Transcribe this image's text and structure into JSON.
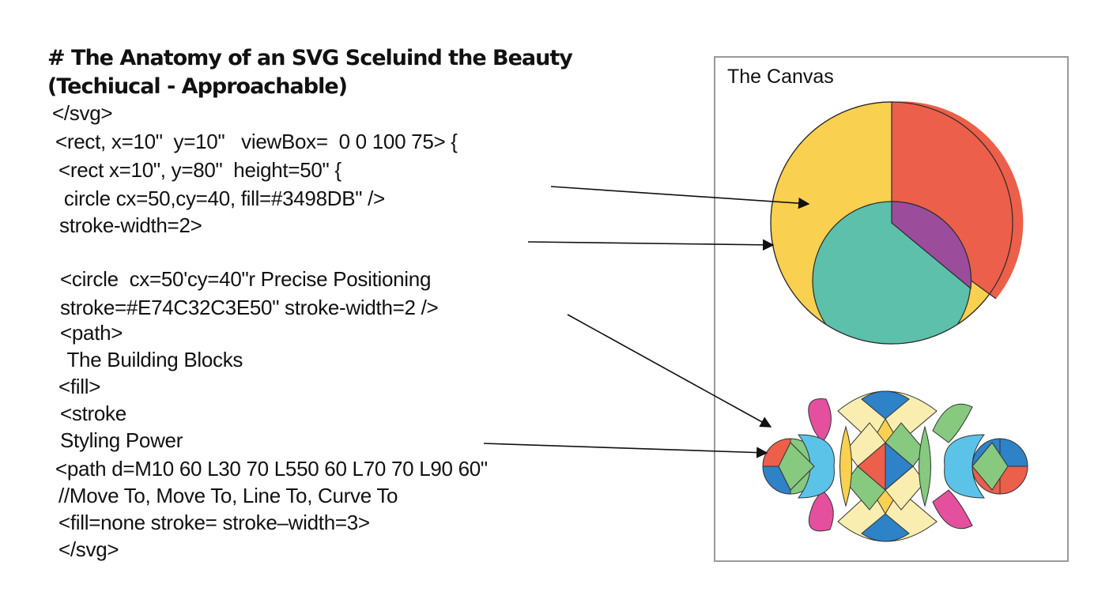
{
  "header": {
    "title_line1": "# The Anatomy of an SVG Sceluind the Beauty",
    "title_line2": "(Techiucal - Approachable)"
  },
  "code_lines": [
    "</svg>",
    "<rect, x=10\"  y=10\"   viewBox=  0 0 100 75> {",
    "<rect x=10\", y=80\"  height=50\" {",
    " circle cx=50,cy=40, fill=#3498DB\" />",
    "stroke-width=2>",
    "<circle  cx=50'cy=40\"r Precise Positioning",
    "stroke=#E74C32C3E50\" stroke-width=2 />",
    "<path>",
    " The Building Blocks",
    "<fill>",
    "<stroke",
    "Styling Power",
    "<path d=M10 60 L30 70 L550 60 L70 70 L90 60\"",
    "//Move To, Move To, Line To, Curve To",
    "<fill=none stroke= stroke–width=3>",
    "</svg>"
  ],
  "canvas": {
    "label": "The Canvas"
  },
  "colors": {
    "yellow": "#F9D050",
    "red": "#EC5F4A",
    "teal": "#5CC0AB",
    "purple": "#9B4D9C",
    "blue": "#2E82C8",
    "light_blue": "#5BC3E8",
    "green": "#86C97F",
    "magenta": "#E4509E",
    "cream": "#F9EDB0",
    "frame": "#9A9A9A",
    "arrow": "#111111"
  }
}
